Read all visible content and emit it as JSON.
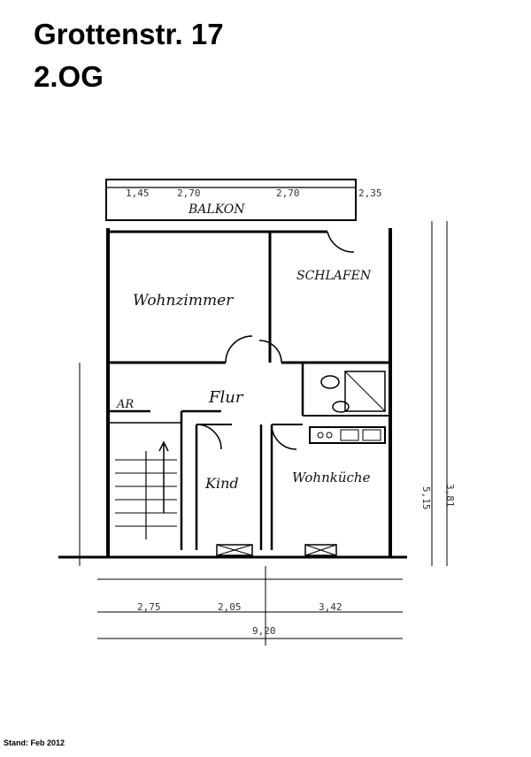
{
  "header": {
    "address": "Grottenstr. 17",
    "floor": "2.OG"
  },
  "footer": {
    "stand": "Stand: Feb 2012"
  },
  "rooms": {
    "balkon": "BALKON",
    "schlafen": "SCHLAFEN",
    "wohnzimmer": "Wohnzimmer",
    "flur": "Flur",
    "ar": "AR",
    "kind": "Kind",
    "wohnkueche": "Wohnküche"
  },
  "dimensions": {
    "top_1": "1,45",
    "top_2": "2,70",
    "top_3": "2,70",
    "top_4": "2,35",
    "right_1": "5,15",
    "right_2": "3,81",
    "bottom_1": "2,75",
    "bottom_2": "2,05",
    "bottom_3": "3,42",
    "total": "9,20"
  }
}
